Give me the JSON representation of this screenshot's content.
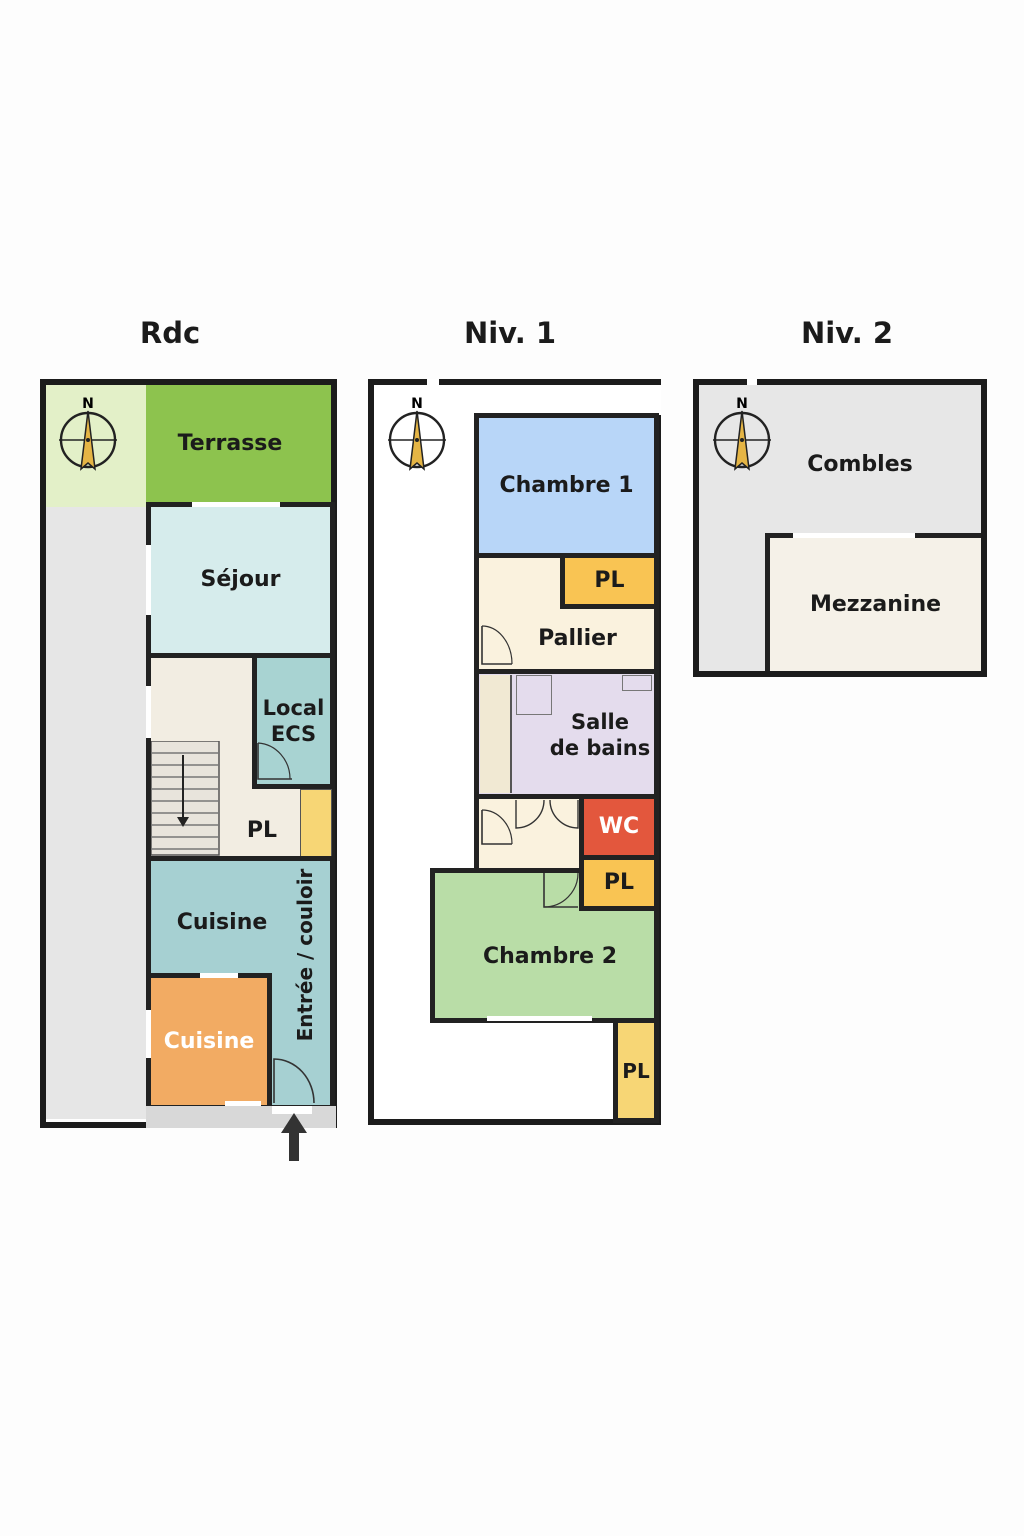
{
  "levels": {
    "rdc": {
      "title": "Rdc",
      "rooms": {
        "terrasse": "Terrasse",
        "sejour": "Séjour",
        "local_ecs": "Local\nECS",
        "pl": "PL",
        "cuisine_1": "Cuisine",
        "cuisine_2": "Cuisine",
        "entree": "Entrée / couloir"
      }
    },
    "niv1": {
      "title": "Niv. 1",
      "rooms": {
        "chambre1": "Chambre 1",
        "pl_top": "PL",
        "pallier": "Pallier",
        "sdb": "Salle\nde bains",
        "wc": "WC",
        "pl_mid": "PL",
        "chambre2": "Chambre 2",
        "pl_bottom": "PL"
      }
    },
    "niv2": {
      "title": "Niv. 2",
      "rooms": {
        "combles": "Combles",
        "mezzanine": "Mezzanine"
      }
    }
  },
  "compass_label": "N",
  "colors": {
    "terrasse": "#8dc34e",
    "terrasse_light": "#e3f0c8",
    "sejour": "#d6ecec",
    "local_ecs": "#a8d3d2",
    "circulation": "#f2ede2",
    "cuisine_1": "#a6d0d2",
    "cuisine_2": "#f2ab63",
    "pl": "#f7d675",
    "chambre1": "#b8d6f8",
    "pallier": "#faf2de",
    "sdb": "#e4dced",
    "wc": "#e3573d",
    "pl_orange": "#f9c453",
    "chambre2": "#b9dda7",
    "combles": "#e7e7e7",
    "mezzanine": "#f5f1e8",
    "side_strip": "#e6e6e6",
    "walls": "#1c1c1c"
  },
  "icons": [
    "compass-icon",
    "stair-arrow-icon",
    "entrance-arrow-icon",
    "door-swing-icon"
  ]
}
